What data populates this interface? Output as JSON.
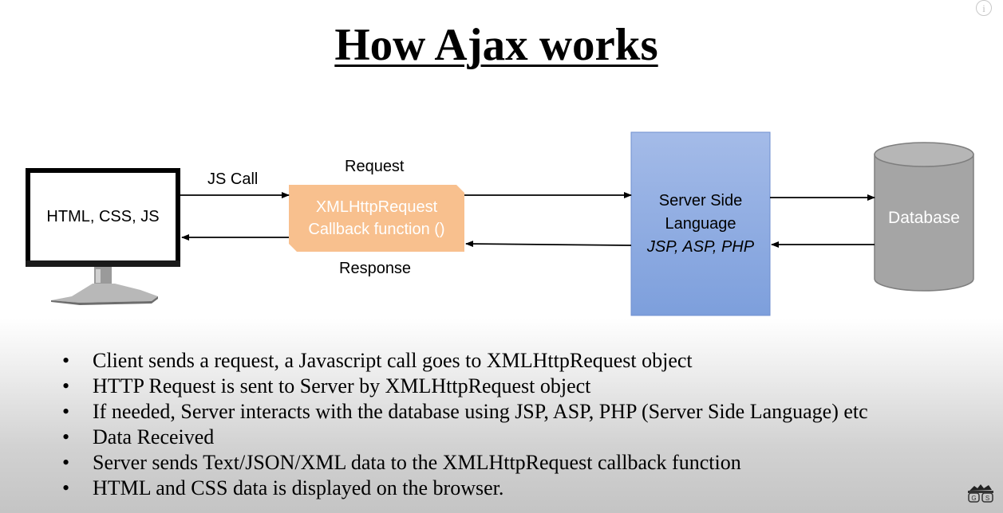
{
  "title": "How Ajax works",
  "diagram": {
    "client_label": "HTML, CSS, JS",
    "js_call_label": "JS Call",
    "request_label": "Request",
    "response_label": "Response",
    "xhr_line1": "XMLHttpRequest",
    "xhr_line2": "Callback function ()",
    "server_line1": "Server Side",
    "server_line2": "Language",
    "server_line3": "JSP, ASP, PHP",
    "database_label": "Database"
  },
  "bullets": [
    "Client sends a request, a Javascript call goes to XMLHttpRequest object",
    "HTTP Request is sent to Server by XMLHttpRequest object",
    "If needed, Server interacts with the database using JSP, ASP, PHP (Server Side Language) etc",
    "Data Received",
    "Server sends Text/JSON/XML data to the XMLHttpRequest callback function",
    "HTML and CSS data is displayed on the browser."
  ],
  "colors": {
    "xhr_fill": "#f8c08e",
    "server_fill": "#8fabe1",
    "database_fill": "#a5a5a5"
  },
  "icons": {
    "info": "info-icon",
    "monitor": "monitor-icon",
    "database": "database-cylinder-icon",
    "logo": "glasses-logo-icon"
  }
}
